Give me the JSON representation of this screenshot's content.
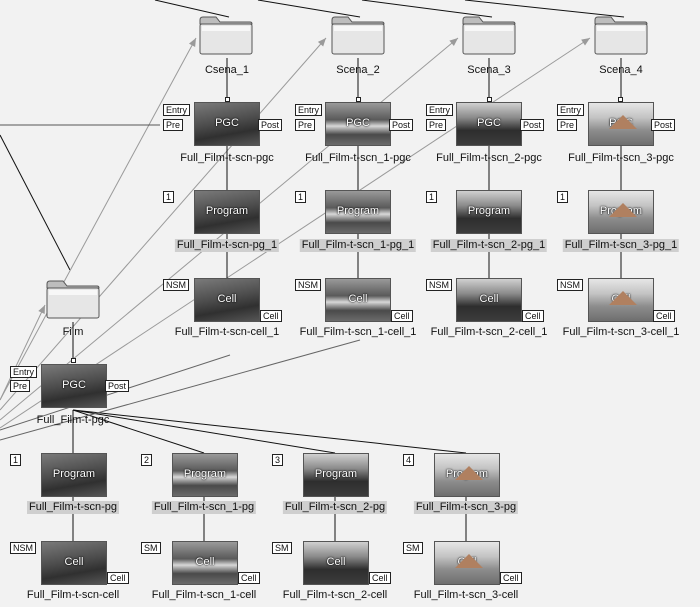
{
  "folders": [
    {
      "label": "Csena_1"
    },
    {
      "label": "Scena_2"
    },
    {
      "label": "Scena_3"
    },
    {
      "label": "Scena_4"
    },
    {
      "label": "Film"
    }
  ],
  "pgc_nodes": [
    {
      "entry": "Entry",
      "pre": "Pre",
      "post": "Post",
      "title": "PGC",
      "label": "Full_Film-t-scn-pgc"
    },
    {
      "entry": "Entry",
      "pre": "Pre",
      "post": "Post",
      "title": "PGC",
      "label": "Full_Film-t-scn_1-pgc"
    },
    {
      "entry": "Entry",
      "pre": "Pre",
      "post": "Post",
      "title": "PGC",
      "label": "Full_Film-t-scn_2-pgc"
    },
    {
      "entry": "Entry",
      "pre": "Pre",
      "post": "Post",
      "title": "PGC",
      "label": "Full_Film-t-scn_3-pgc"
    },
    {
      "entry": "Entry",
      "pre": "Pre",
      "post": "Post",
      "title": "PGC",
      "label": "Full_Film-t-pgc"
    }
  ],
  "program_nodes": [
    {
      "number": "1",
      "title": "Program",
      "label": "Full_Film-t-scn-pg_1"
    },
    {
      "number": "1",
      "title": "Program",
      "label": "Full_Film-t-scn_1-pg_1"
    },
    {
      "number": "1",
      "title": "Program",
      "label": "Full_Film-t-scn_2-pg_1"
    },
    {
      "number": "1",
      "title": "Program",
      "label": "Full_Film-t-scn_3-pg_1"
    },
    {
      "number": "1",
      "title": "Program",
      "label": "Full_Film-t-scn-pg"
    },
    {
      "number": "2",
      "title": "Program",
      "label": "Full_Film-t-scn_1-pg"
    },
    {
      "number": "3",
      "title": "Program",
      "label": "Full_Film-t-scn_2-pg"
    },
    {
      "number": "4",
      "title": "Program",
      "label": "Full_Film-t-scn_3-pg"
    }
  ],
  "cell_nodes": [
    {
      "tag": "NSM",
      "title": "Cell",
      "badge": "Cell",
      "label": "Full_Film-t-scn-cell_1"
    },
    {
      "tag": "NSM",
      "title": "Cell",
      "badge": "Cell",
      "label": "Full_Film-t-scn_1-cell_1"
    },
    {
      "tag": "NSM",
      "title": "Cell",
      "badge": "Cell",
      "label": "Full_Film-t-scn_2-cell_1"
    },
    {
      "tag": "NSM",
      "title": "Cell",
      "badge": "Cell",
      "label": "Full_Film-t-scn_3-cell_1"
    },
    {
      "tag": "NSM",
      "title": "Cell",
      "badge": "Cell",
      "label": "Full_Film-t-scn-cell"
    },
    {
      "tag": "SM",
      "title": "Cell",
      "badge": "Cell",
      "label": "Full_Film-t-scn_1-cell"
    },
    {
      "tag": "SM",
      "title": "Cell",
      "badge": "Cell",
      "label": "Full_Film-t-scn_2-cell"
    },
    {
      "tag": "SM",
      "title": "Cell",
      "badge": "Cell",
      "label": "Full_Film-t-scn_3-cell"
    }
  ],
  "colors": {
    "canvas": "#f2f2f2",
    "edge": "#111111",
    "arrow": "#9a9a9a",
    "label_highlight": "#cfcfcf"
  }
}
